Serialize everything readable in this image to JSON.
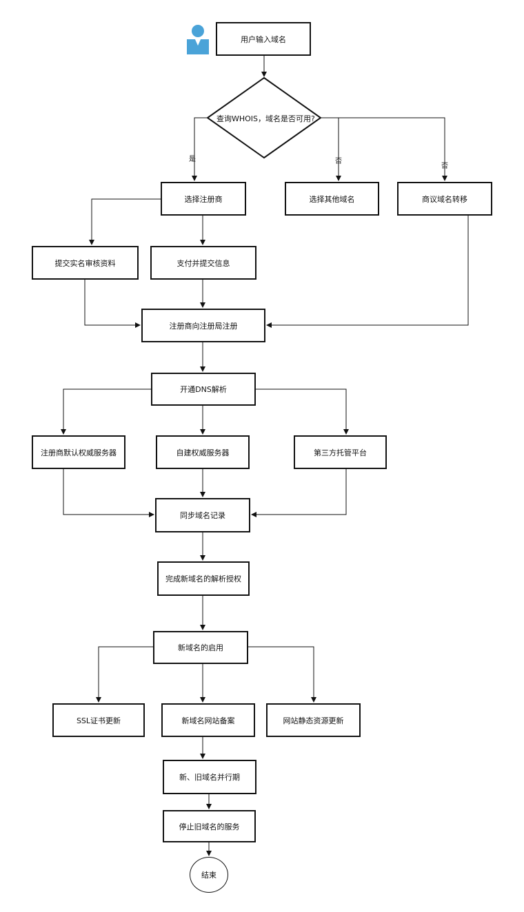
{
  "nodes": {
    "start": "用户输入域名",
    "decision": "查询WHOIS，域名是否可用?",
    "select_registrar": "选择注册商",
    "select_other": "选择其他域名",
    "negotiate_transfer": "商议域名转移",
    "submit_realname": "提交实名审核资料",
    "pay_submit": "支付并提交信息",
    "registrar_register": "注册商向注册局注册",
    "enable_dns": "开通DNS解析",
    "default_dns": "注册商默认权威服务器",
    "self_dns": "自建权威服务器",
    "third_party": "第三方托管平台",
    "sync_records": "同步域名记录",
    "complete_auth": "完成新域名的解析授权",
    "enable_domain": "新域名的启用",
    "ssl_update": "SSL证书更新",
    "icp_filing": "新域名网站备案",
    "static_update": "网站静态资源更新",
    "parallel": "新、旧域名并行期",
    "stop_old": "停止旧域名的服务",
    "end": "结束"
  },
  "edge_labels": {
    "yes": "是",
    "no_1": "否",
    "no_2": "否"
  },
  "colors": {
    "user_icon": "#4aa3d8",
    "line": "#111111"
  },
  "icons": {
    "user": "user-icon"
  }
}
